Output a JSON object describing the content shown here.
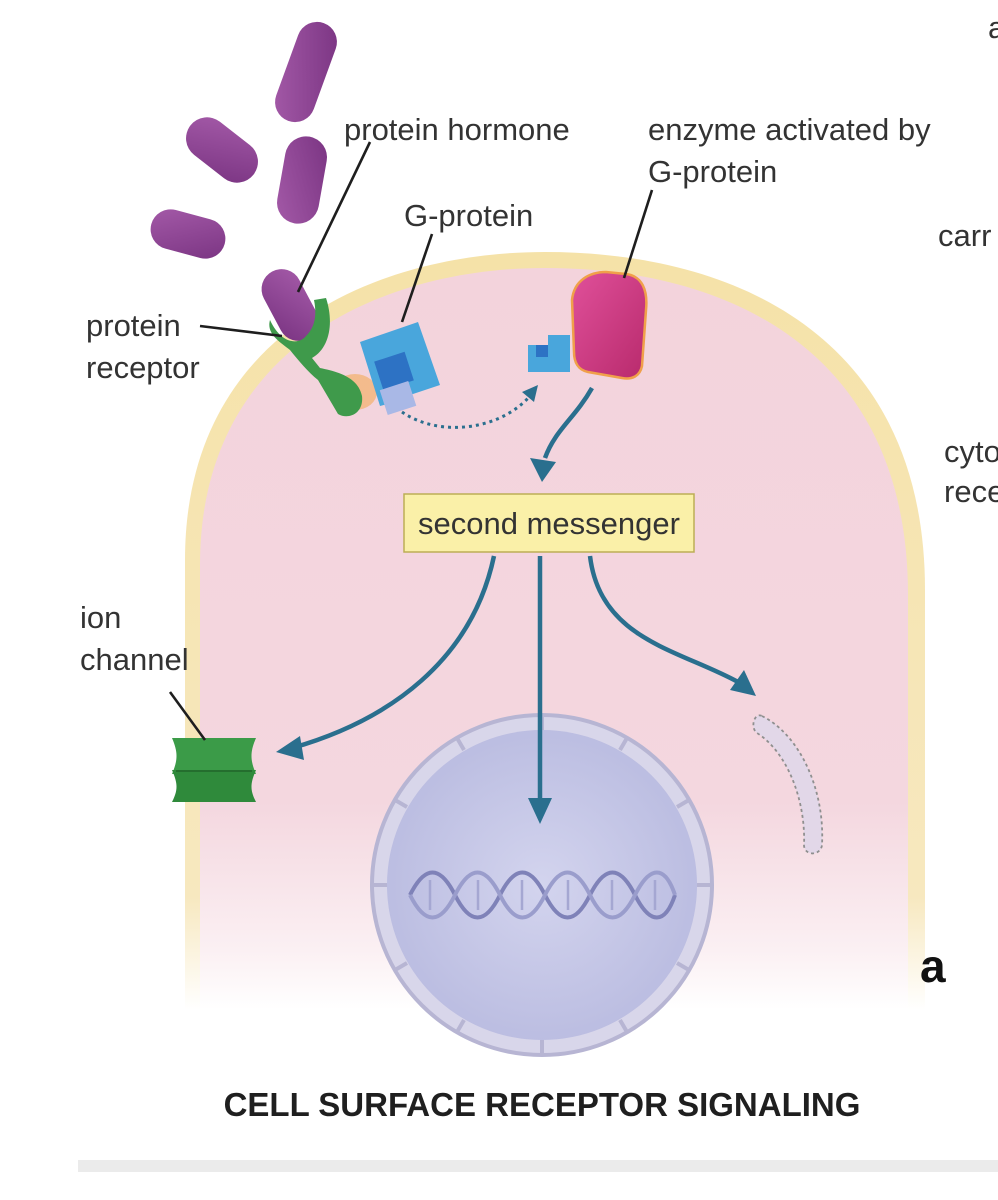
{
  "labels": {
    "protein_hormone": "protein hormone",
    "enzyme_line1": "enzyme activated by",
    "enzyme_line2": "G-protein",
    "g_protein": "G-protein",
    "protein_receptor_line1": "protein",
    "protein_receptor_line2": "receptor",
    "second_messenger": "second messenger",
    "ion_channel_line1": "ion",
    "ion_channel_line2": "channel",
    "partial_right_1": "a",
    "partial_right_2": "carr",
    "partial_right_3": "cyto",
    "partial_right_4": "rece",
    "panel_letter": "a"
  },
  "title": "CELL SURFACE RECEPTOR SIGNALING",
  "colors": {
    "cytoplasm": "#f3d3dc",
    "membrane": "#f5e2a8",
    "hormone": "#8a3f91",
    "receptor": "#3f9a4b",
    "g_protein": "#49a6dc",
    "enzyme": "#d4387f",
    "second_messenger_box": "#faf0a8",
    "nucleus": "#c6c8e8",
    "arrow": "#2a6f8e"
  }
}
